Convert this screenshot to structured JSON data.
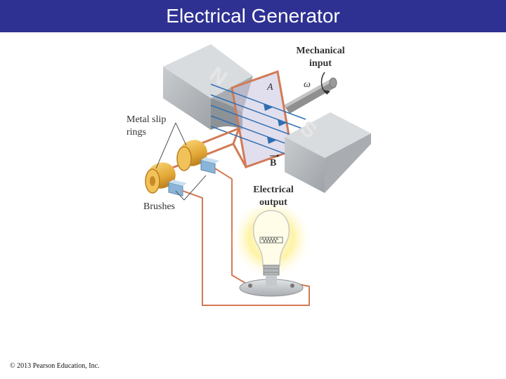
{
  "header": {
    "title": "Electrical Generator",
    "background": "#2e3192"
  },
  "diagram": {
    "mechanical_input": [
      "Mechanical",
      "input"
    ],
    "angular_velocity_symbol": "ω",
    "area_symbol": "A",
    "magnetic_field_symbol": "B",
    "north_pole": "N",
    "south_pole": "S",
    "slip_rings": [
      "Metal slip",
      "rings"
    ],
    "brushes": "Brushes",
    "electrical_output": [
      "Electrical",
      "output"
    ]
  },
  "footer": {
    "copyright": "© 2013 Pearson Education, Inc."
  },
  "colors": {
    "magnet_gray": "#b8bcbf",
    "wire_copper": "#d27a55",
    "field_blue": "#2e6fb3",
    "brass": "#e2a635",
    "bulb_glow": "#fff6b0"
  }
}
